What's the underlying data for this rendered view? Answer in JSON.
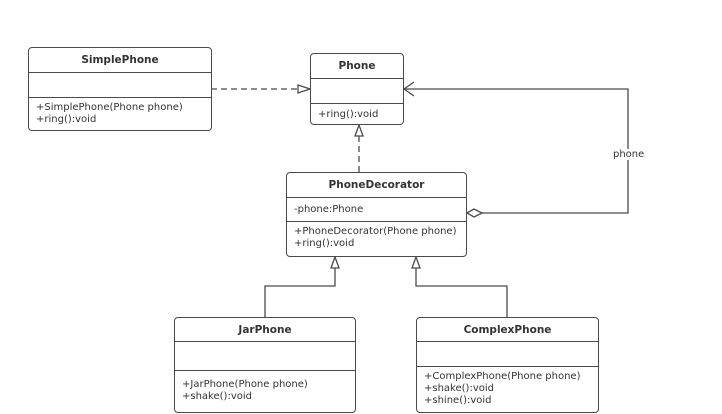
{
  "classes": {
    "simple_phone": {
      "name": "SimplePhone",
      "attributes": "",
      "operations": [
        "+SimplePhone(Phone phone)",
        "+ring():void"
      ]
    },
    "phone": {
      "name": "Phone",
      "attributes": "",
      "operations": [
        "+ring():void"
      ]
    },
    "phone_decorator": {
      "name": "PhoneDecorator",
      "attributes": "-phone:Phone",
      "operations": [
        "+PhoneDecorator(Phone phone)",
        "+ring():void"
      ]
    },
    "jar_phone": {
      "name": "JarPhone",
      "attributes": "",
      "operations": [
        "+JarPhone(Phone phone)",
        "+shake():void"
      ]
    },
    "complex_phone": {
      "name": "ComplexPhone",
      "attributes": "",
      "operations": [
        "+ComplexPhone(Phone phone)",
        "+shake():void",
        "+shine():void"
      ]
    }
  },
  "relations": {
    "aggregation_label": "phone"
  },
  "colors": {
    "line": "#4a4a4a"
  }
}
